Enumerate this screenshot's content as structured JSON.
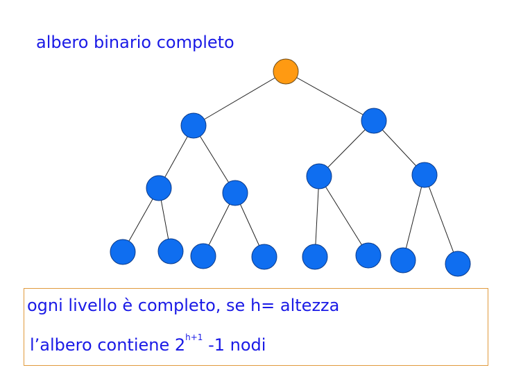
{
  "title": "albero binario completo",
  "note": {
    "line1": "ogni livello è completo, se h= altezza",
    "line2_before": "l’albero contiene 2",
    "line2_sup": "h+1",
    "line2_after": " -1  nodi"
  },
  "colors": {
    "root": "#ff9a12",
    "node": "#0f6ef0",
    "edge": "#222222",
    "text": "#1a1ae6",
    "box_border": "#e09a3c"
  },
  "tree": {
    "levels": 4,
    "node_count": 15
  }
}
